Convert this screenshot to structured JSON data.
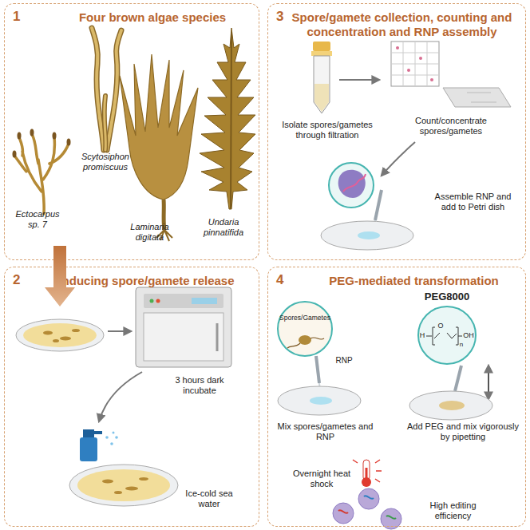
{
  "diagram": {
    "nodes": [
      {
        "text": [
          "1",
          "Four brown algae species"
        ]
      },
      {
        "text": [
          "2",
          "Inducing spore/gamete release"
        ]
      },
      {
        "text": [
          "3",
          "Spore/gamete collection, counting and concentration and RNP assembly"
        ]
      },
      {
        "text": [
          "4",
          "PEG-mediated transformation"
        ]
      }
    ],
    "edges": [
      {
        "from": 0,
        "to": 1,
        "arrow": "to"
      }
    ],
    "labels": [
      "Ectocarpus sp. 7",
      "Scytosiphon promiscuus",
      "Laminaria digitata",
      "Undaria pinnatifida",
      "3 hours dark incubate",
      "Ice-cold sea water",
      "Isolate spores/gametes through filtration",
      "Count/concentrate spores/gametes",
      "Assemble RNP and add to Petri dish",
      "Spores/Gametes",
      "PEG8000",
      "H",
      "O",
      "n",
      "OH",
      "RNP",
      "Mix spores/gametes and RNP",
      "Add PEG and mix vigorously by pipetting",
      "Overnight heat shock",
      "High editing efficiency"
    ]
  }
}
